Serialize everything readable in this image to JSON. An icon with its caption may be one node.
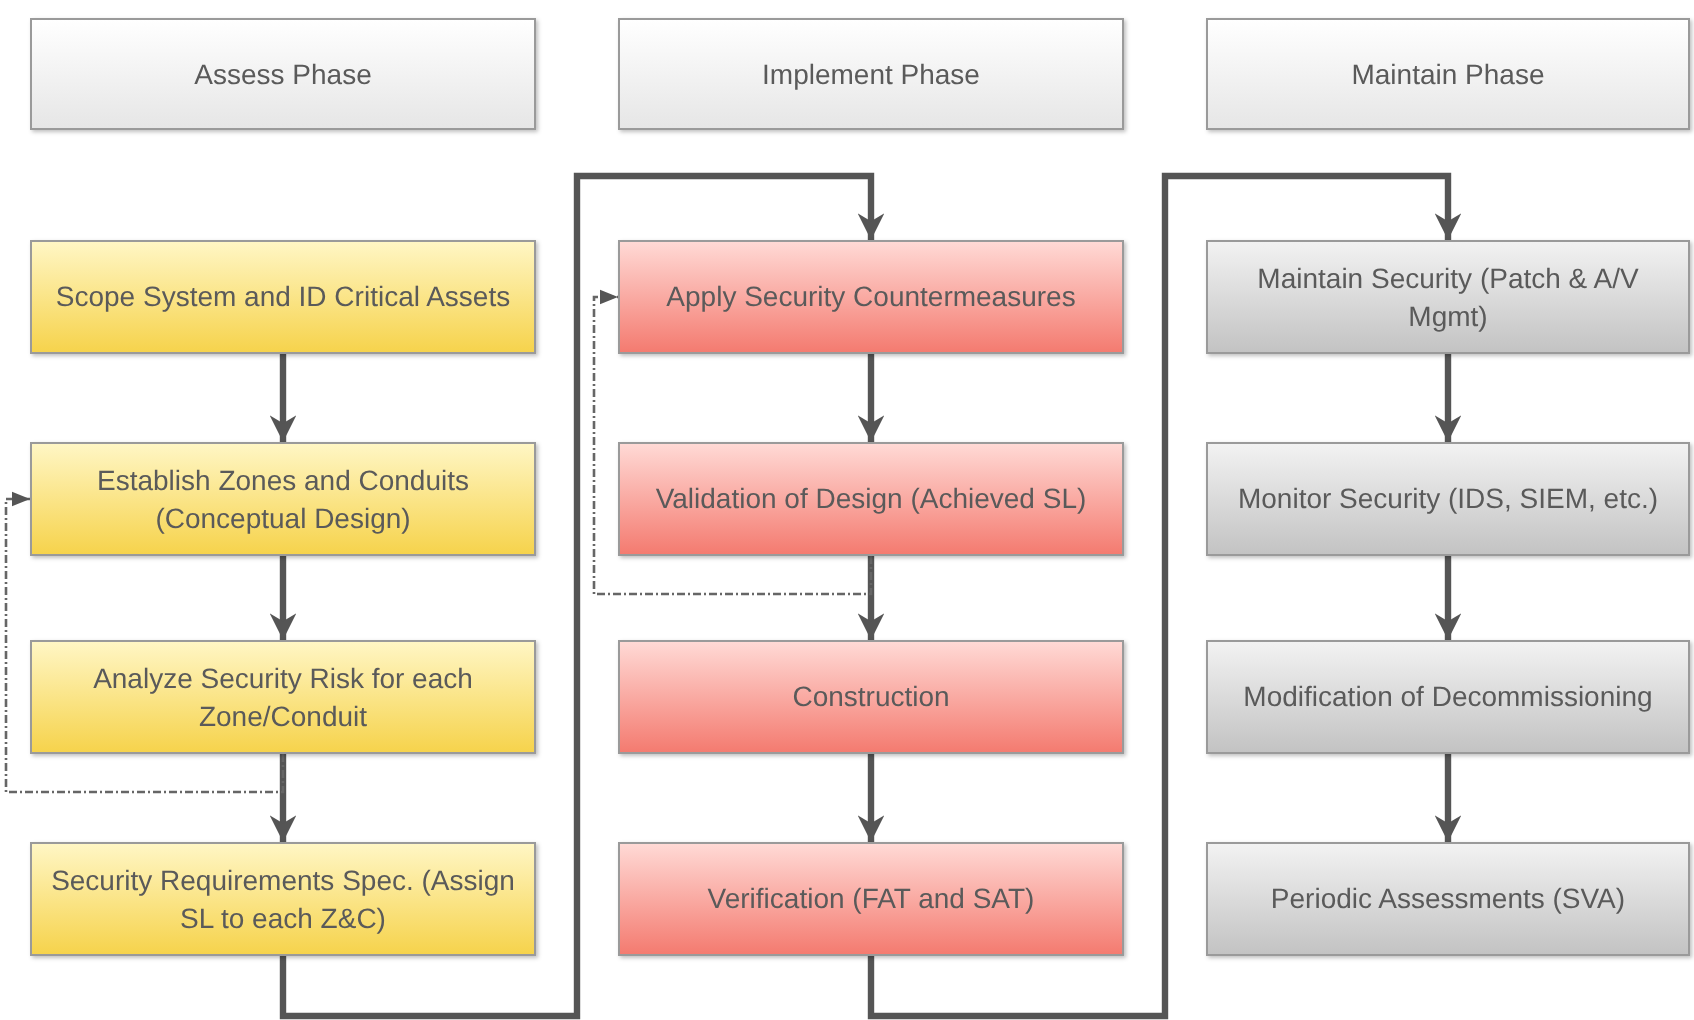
{
  "diagram": {
    "nodes": [
      {
        "text": [
          "Assess Phase"
        ]
      },
      {
        "text": [
          "Implement Phase"
        ]
      },
      {
        "text": [
          "Maintain Phase"
        ]
      },
      {
        "text": [
          "Scope System and ID Critical Assets"
        ]
      },
      {
        "text": [
          "Establish Zones and Conduits (Conceptual Design)"
        ]
      },
      {
        "text": [
          "Analyze Security Risk for each Zone/Conduit"
        ]
      },
      {
        "text": [
          "Security Requirements Spec. (Assign SL to each Z&C)"
        ]
      },
      {
        "text": [
          "Apply Security Countermeasures"
        ]
      },
      {
        "text": [
          "Validation of Design (Achieved SL)"
        ]
      },
      {
        "text": [
          "Construction"
        ]
      },
      {
        "text": [
          "Verification (FAT and SAT)"
        ]
      },
      {
        "text": [
          "Maintain Security (Patch & A/V Mgmt)"
        ]
      },
      {
        "text": [
          "Monitor Security (IDS, SIEM, etc.)"
        ]
      },
      {
        "text": [
          "Modification of Decommissioning"
        ]
      },
      {
        "text": [
          "Periodic Assessments (SVA)"
        ]
      }
    ],
    "edges": [
      {
        "from": 3,
        "to": 4,
        "arrow": "to"
      },
      {
        "from": 4,
        "to": 5,
        "arrow": "to"
      },
      {
        "from": 5,
        "to": 6,
        "arrow": "to"
      },
      {
        "from": 6,
        "to": 7,
        "arrow": "to"
      },
      {
        "from": 7,
        "to": 8,
        "arrow": "to"
      },
      {
        "from": 8,
        "to": 9,
        "arrow": "to"
      },
      {
        "from": 9,
        "to": 10,
        "arrow": "to"
      },
      {
        "from": 10,
        "to": 11,
        "arrow": "to"
      },
      {
        "from": 11,
        "to": 12,
        "arrow": "to"
      },
      {
        "from": 12,
        "to": 13,
        "arrow": "to"
      },
      {
        "from": 13,
        "to": 14,
        "arrow": "to"
      },
      {
        "from": 5,
        "to": 4,
        "arrow": "to",
        "style": "dashed"
      },
      {
        "from": 8,
        "to": 7,
        "arrow": "to",
        "style": "dashed"
      }
    ]
  }
}
